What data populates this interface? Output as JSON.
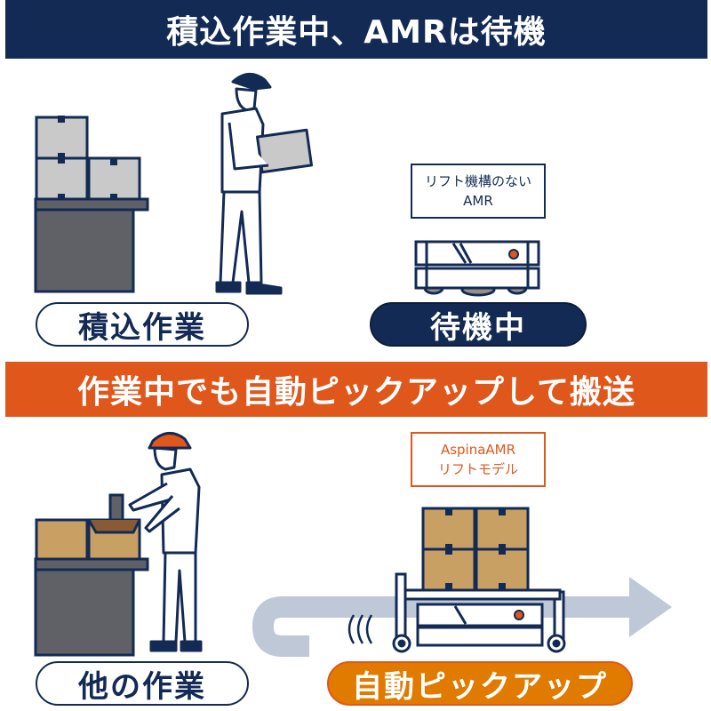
{
  "top_banner": {
    "title": "積込作業中、AMRは待機"
  },
  "top_section": {
    "worker_pill": "積込作業",
    "amr_label": {
      "line1": "リフト機構のない",
      "line2": "AMR"
    },
    "amr_pill": "待機中"
  },
  "bottom_banner": {
    "title": "作業中でも自動ピックアップして搬送"
  },
  "bottom_section": {
    "worker_pill": "他の作業",
    "amr_label": {
      "line1": "AspinaAMR",
      "line2": "リフトモデル"
    },
    "amr_pill": "自動ピックアップ"
  },
  "colors": {
    "navy": "#132a55",
    "orange_banner": "#e0571c",
    "orange_pill": "#e07b00",
    "cardboard": "#c9a064",
    "gray_box": "#c9c9c9",
    "arrow": "#bfc8d6"
  }
}
